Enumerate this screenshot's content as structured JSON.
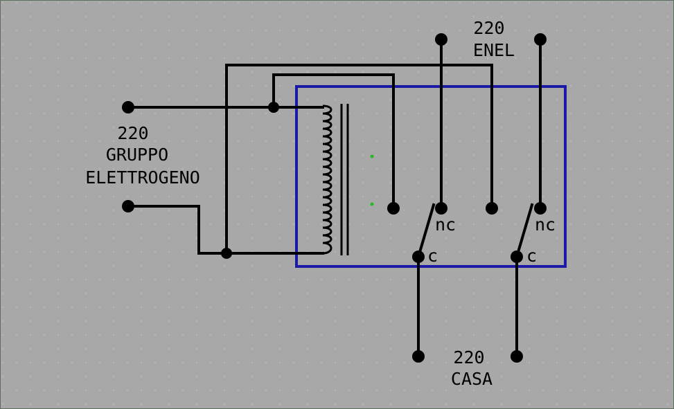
{
  "colors": {
    "background": "#a8a8a8",
    "border": "#5e6e5e",
    "grid_dot": "#c4c4c4",
    "wire": "#000000",
    "relay_outline": "#1a1aa6",
    "marker_dot": "#22bb22"
  },
  "labels": {
    "generator_voltage": "220",
    "generator_line1": "GRUPPO",
    "generator_line2": "ELETTROGENO",
    "grid_voltage": "220",
    "grid_name": "ENEL",
    "house_voltage": "220",
    "house_name": "CASA",
    "contact1_nc": "nc",
    "contact1_c": "c",
    "contact2_nc": "nc",
    "contact2_c": "c"
  }
}
